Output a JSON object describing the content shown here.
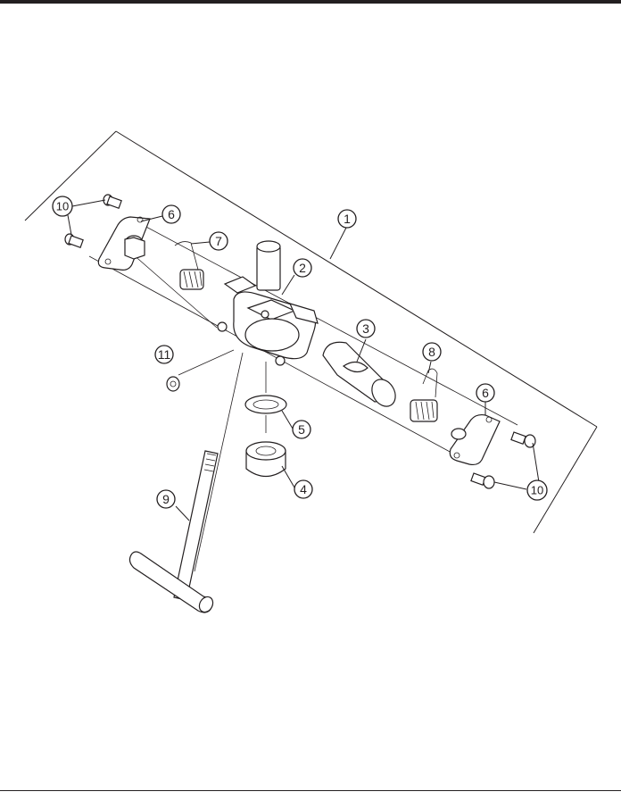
{
  "diagram": {
    "callouts": [
      {
        "id": "c1",
        "label": "1"
      },
      {
        "id": "c2",
        "label": "2"
      },
      {
        "id": "c3",
        "label": "3"
      },
      {
        "id": "c4",
        "label": "4"
      },
      {
        "id": "c5",
        "label": "5"
      },
      {
        "id": "c6a",
        "label": "6"
      },
      {
        "id": "c6b",
        "label": "6"
      },
      {
        "id": "c7",
        "label": "7"
      },
      {
        "id": "c8",
        "label": "8"
      },
      {
        "id": "c9",
        "label": "9"
      },
      {
        "id": "c10a",
        "label": "10"
      },
      {
        "id": "c10b",
        "label": "10"
      },
      {
        "id": "c11",
        "label": "11"
      }
    ]
  },
  "colors": {
    "ink": "#231f20",
    "paper": "#ffffff"
  }
}
